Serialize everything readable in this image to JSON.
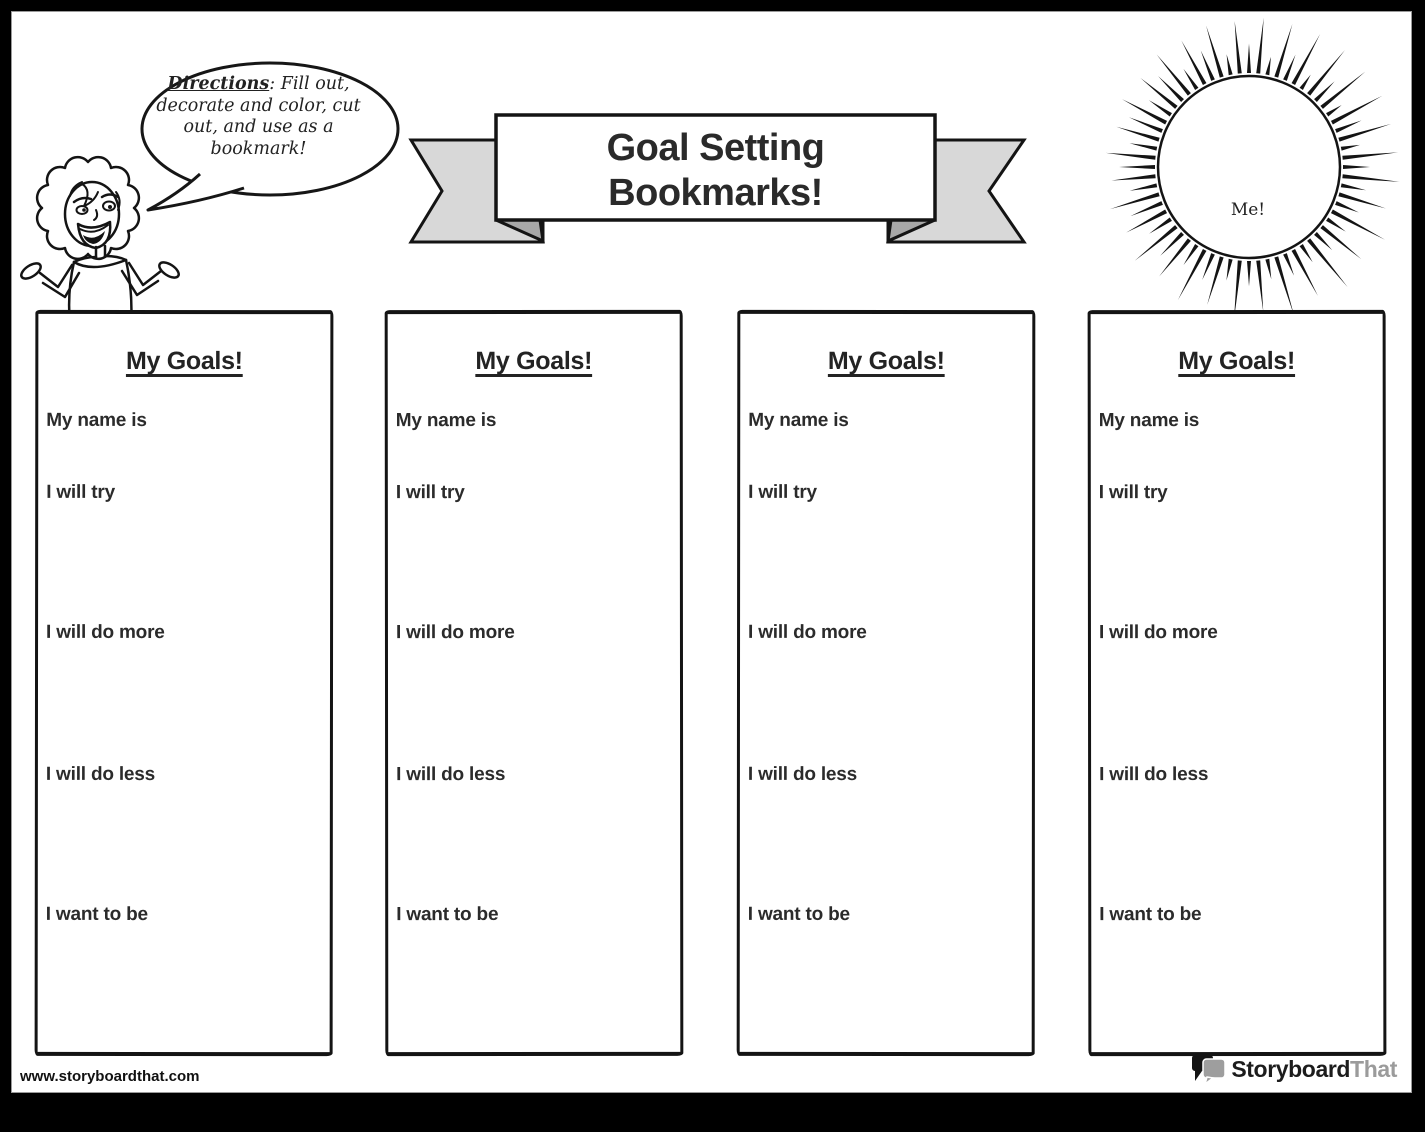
{
  "title_banner": {
    "line1": "Goal Setting",
    "line2": "Bookmarks!"
  },
  "speech_bubble": {
    "lead": "Directions",
    "rest": ": Fill out, decorate and color, cut out, and use as a bookmark!"
  },
  "sun": {
    "label": "Me!"
  },
  "bookmarks": [
    {
      "header": "My Goals!",
      "prompts": [
        "My name is",
        "I will try",
        "I will do more",
        "I will do less",
        "I want to be"
      ]
    },
    {
      "header": "My Goals!",
      "prompts": [
        "My name is",
        "I will try",
        "I will do more",
        "I will do less",
        "I want to be"
      ]
    },
    {
      "header": "My Goals!",
      "prompts": [
        "My name is",
        "I will try",
        "I will do more",
        "I will do less",
        "I want to be"
      ]
    },
    {
      "header": "My Goals!",
      "prompts": [
        "My name is",
        "I will try",
        "I will do more",
        "I will do less",
        "I want to be"
      ]
    }
  ],
  "footer": {
    "url": "www.storyboardthat.com",
    "logo_part1": "Storyboard",
    "logo_part2": "That"
  },
  "colors": {
    "ink": "#1f1f1f",
    "banner_flag_gray": "#d8d8d8",
    "banner_fold_gray": "#a8a8a8",
    "logo_gray": "#9b9b9b",
    "frame_black": "#000000"
  },
  "icons": {
    "sun": "sunburst-icon",
    "logo": "speech-bubbles-icon",
    "character": "cheering-student-character",
    "bubble": "speech-bubble"
  }
}
